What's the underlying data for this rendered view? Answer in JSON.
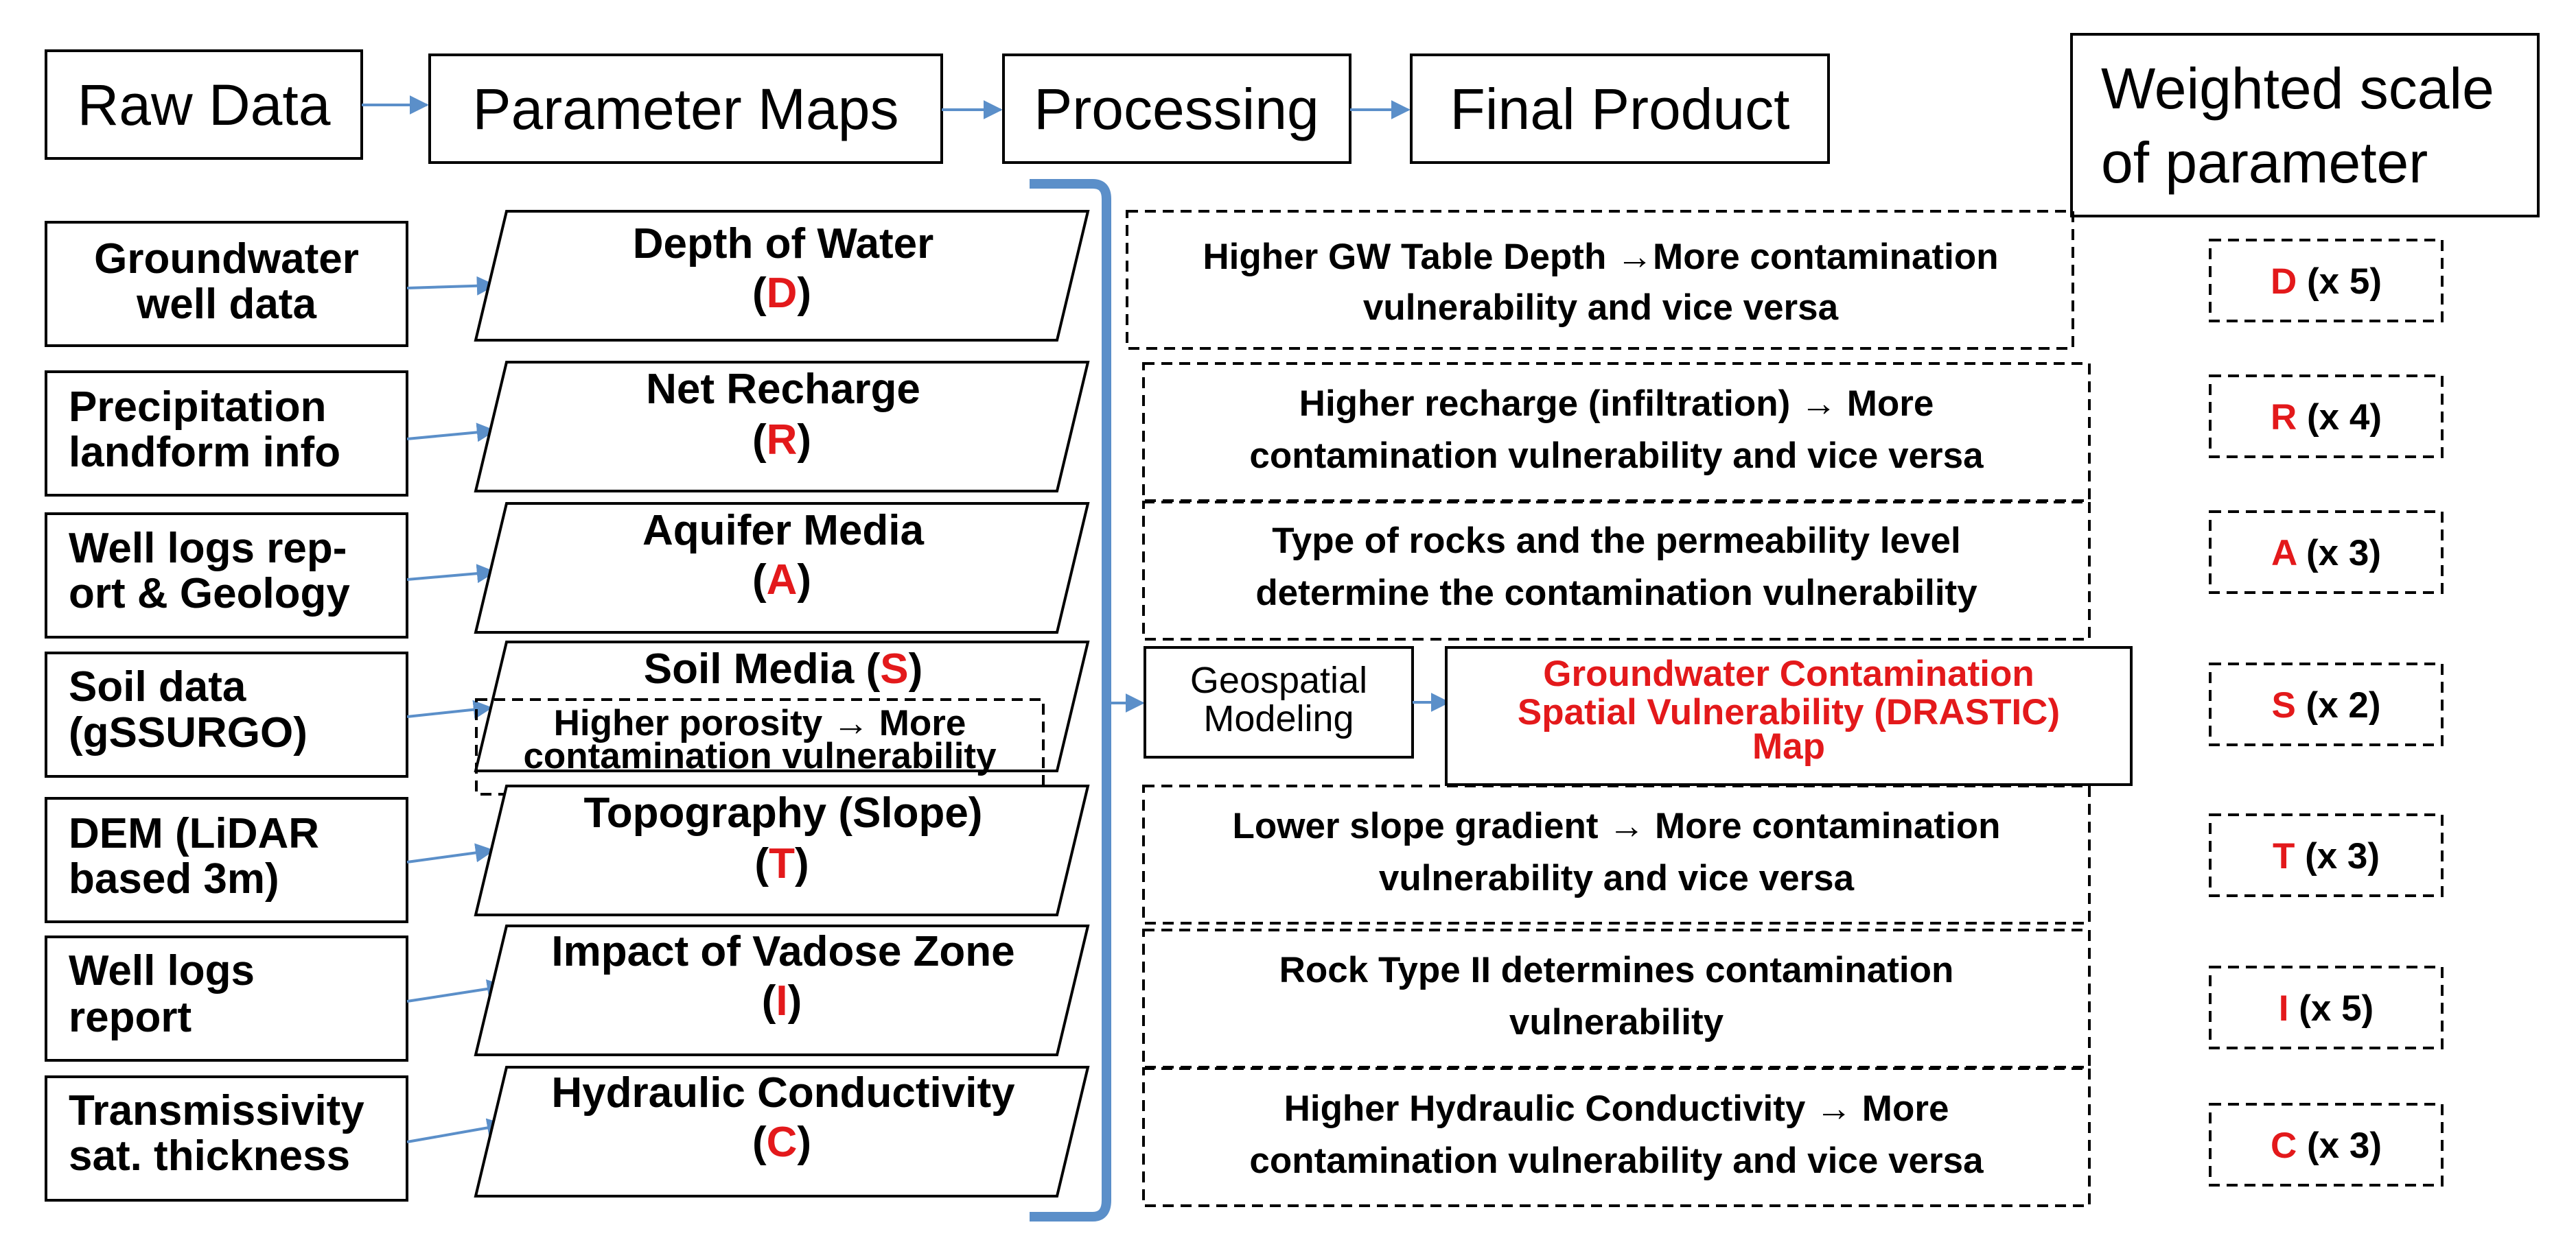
{
  "headers": {
    "raw_data": "Raw Data",
    "parameter_maps": "Parameter Maps",
    "processing": "Processing",
    "final_product": "Final Product",
    "weighted_line1": "Weighted scale",
    "weighted_line2": "of parameter"
  },
  "rows": [
    {
      "source": [
        "Groundwater",
        "well data"
      ],
      "param_name": "Depth of Water",
      "letter": "D",
      "desc": [
        "Higher GW Table Depth →More contamination",
        "vulnerability and vice versa"
      ],
      "weight": "(x 5)"
    },
    {
      "source": [
        "Precipitation",
        "landform info"
      ],
      "param_name": "Net Recharge",
      "letter": "R",
      "desc": [
        "Higher recharge (infiltration) → More",
        "contamination  vulnerability and vice versa"
      ],
      "weight": "(x 4)"
    },
    {
      "source": [
        "Well logs rep-",
        "ort & Geology"
      ],
      "param_name": "Aquifer Media",
      "letter": "A",
      "desc": [
        "Type of rocks and the permeability level",
        "determine the contamination  vulnerability"
      ],
      "weight": "(x 3)"
    },
    {
      "source": [
        "Soil data",
        "(gSSURGO)"
      ],
      "param_name": "Soil Media",
      "letter": "S",
      "note": [
        "Higher porosity → More",
        "contamination vulnerability"
      ],
      "weight": "(x 2)"
    },
    {
      "source": [
        "DEM (LiDAR",
        "based 3m)"
      ],
      "param_name": "Topography (Slope)",
      "letter": "T",
      "desc": [
        "Lower slope gradient → More contamination",
        "vulnerability and vice versa"
      ],
      "weight": "(x 3)"
    },
    {
      "source": [
        "Well logs",
        "report"
      ],
      "param_name": "Impact of Vadose Zone",
      "letter": "I",
      "desc": [
        "Rock Type II determines contamination",
        "vulnerability"
      ],
      "weight": "(x 5)"
    },
    {
      "source": [
        "Transmissivity",
        "sat. thickness"
      ],
      "param_name": "Hydraulic Conductivity",
      "letter": "C",
      "desc": [
        "Higher Hydraulic Conductivity → More",
        "contamination  vulnerability and vice versa"
      ],
      "weight": "(x 3)"
    }
  ],
  "geospatial": [
    "Geospatial",
    "Modeling"
  ],
  "final_product_box": [
    "Groundwater Contamination",
    "Spatial Vulnerability (DRASTIC)",
    "Map"
  ],
  "colors": {
    "accent_red": "#e3191b",
    "connector_blue": "#5b8fc9",
    "bracket_blue": "#5b8fc9"
  }
}
